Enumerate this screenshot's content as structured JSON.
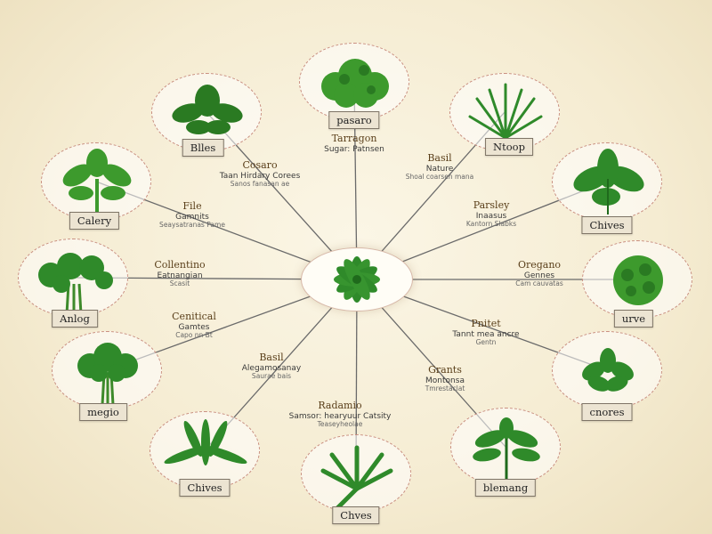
{
  "colors": {
    "background": "#f5ecd2",
    "leaf": "#2f8a2a",
    "leaf_dark": "#1f6a1c",
    "line": "#6a6a6a",
    "node_border": "#c98f80"
  },
  "center": {
    "icon": "leaf-rosette-icon"
  },
  "nodes": [
    {
      "label": "pasaro",
      "icon": "leafy-bush-icon"
    },
    {
      "label": "Ntoop",
      "icon": "grass-tuft-icon"
    },
    {
      "label": "Chives",
      "icon": "broad-leaf-icon"
    },
    {
      "label": "urve",
      "icon": "round-shrub-icon"
    },
    {
      "label": "cnores",
      "icon": "leaf-cluster-icon"
    },
    {
      "label": "blemang",
      "icon": "fern-icon"
    },
    {
      "label": "Chves",
      "icon": "palm-leaf-icon"
    },
    {
      "label": "Chives",
      "icon": "long-leaf-icon"
    },
    {
      "label": "megio",
      "icon": "parsley-icon"
    },
    {
      "label": "Anlog",
      "icon": "cilantro-icon"
    },
    {
      "label": "Calery",
      "icon": "celery-icon"
    },
    {
      "label": "Blles",
      "icon": "basil-sprig-icon"
    }
  ],
  "annotations": [
    {
      "title": "Tarragon",
      "sub": "Sugar: Patnsen",
      "meta": ""
    },
    {
      "title": "Basil",
      "sub": "Nature",
      "meta": "Shoal coarsen mana"
    },
    {
      "title": "Parsley",
      "sub": "Inaasus",
      "meta": "Kantorn Slabks"
    },
    {
      "title": "Oregano",
      "sub": "Gennes",
      "meta": "Cam cauvatas"
    },
    {
      "title": "Pnitet",
      "sub": "Tannt mea ancre",
      "meta": "Gentn"
    },
    {
      "title": "Grants",
      "sub": "Montonsa",
      "meta": "Tmrestaclat"
    },
    {
      "title": "Radamio",
      "sub": "Samsor: hearyuur Catsity",
      "meta": "Teaseyheolae"
    },
    {
      "title": "Basil",
      "sub": "Alegamosanay",
      "meta": "Saurae bais"
    },
    {
      "title": "Cenitical",
      "sub": "Gamtes",
      "meta": "Capo nn Bt"
    },
    {
      "title": "Collentino",
      "sub": "Eatnangian",
      "meta": "Scasit"
    },
    {
      "title": "File",
      "sub": "Gamnits",
      "meta": "Seaysatranas Pame"
    },
    {
      "title": "Cosaro",
      "sub": "Taan Hirdary Corees",
      "meta": "Sanos fanasan ae"
    }
  ]
}
